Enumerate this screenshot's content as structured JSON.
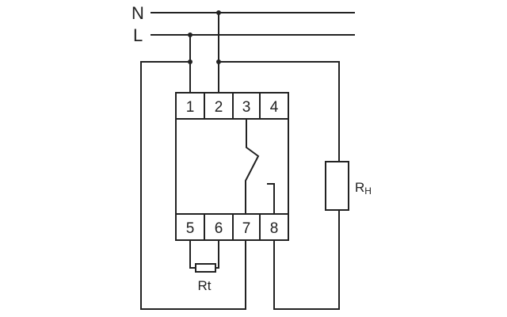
{
  "bus": {
    "neutral": "N",
    "line": "L"
  },
  "terminals": {
    "top": [
      "1",
      "2",
      "3",
      "4"
    ],
    "bottom": [
      "5",
      "6",
      "7",
      "8"
    ]
  },
  "components": {
    "load": {
      "main": "R",
      "sub": "H"
    },
    "sensor": "Rt"
  }
}
